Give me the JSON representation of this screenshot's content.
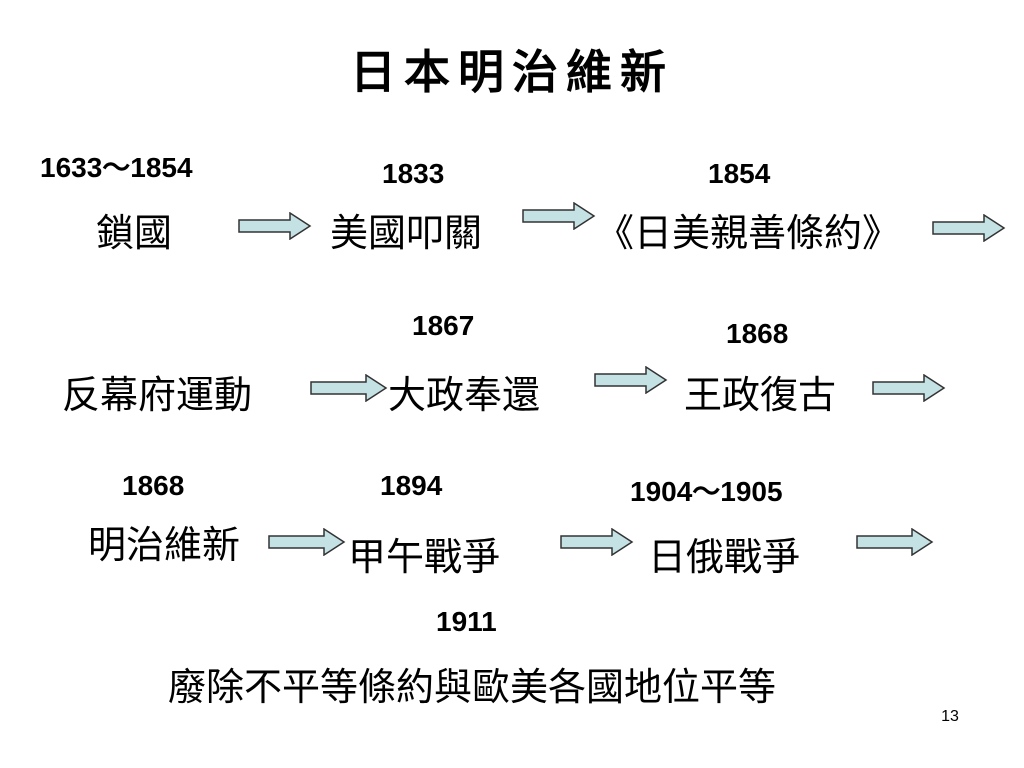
{
  "slide": {
    "title": "日本明治維新",
    "page_number": "13",
    "colors": {
      "arrow_fill": "#c4e2e4",
      "arrow_stroke": "#333333",
      "text": "#000000"
    }
  },
  "timeline": {
    "row1": {
      "years": [
        "1633～1854",
        "1833",
        "1854"
      ],
      "events": [
        "鎖國",
        "美國叩關",
        "《日美親善條約》"
      ]
    },
    "row2": {
      "years": [
        "1867",
        "1868"
      ],
      "events": [
        "反幕府運動",
        "大政奉還",
        "王政復古"
      ]
    },
    "row3": {
      "years": [
        "1868",
        "1894",
        "1904～1905"
      ],
      "events": [
        "明治維新",
        "甲午戰爭",
        "日俄戰爭"
      ]
    },
    "row4": {
      "year": "1911",
      "event": "廢除不平等條約與歐美各國地位平等"
    }
  }
}
